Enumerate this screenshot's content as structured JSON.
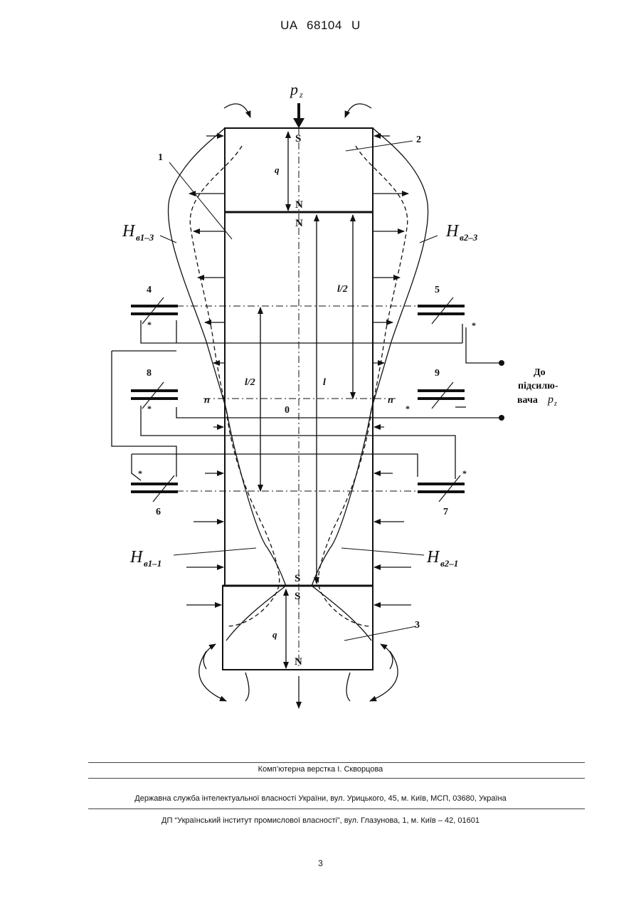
{
  "header": {
    "patent_no": "UA   68104   U"
  },
  "figure": {
    "force_label": "p",
    "force_sub": "z",
    "poles": {
      "s": "S",
      "n": "N"
    },
    "dims": {
      "q": "q",
      "half_l": "l/2",
      "l": "l",
      "n": "n",
      "zero": "0"
    },
    "field_labels": {
      "hv13": {
        "main": "H",
        "sub": "в1–3"
      },
      "hv23": {
        "main": "H",
        "sub": "в2–3"
      },
      "hv11": {
        "main": "H",
        "sub": "в1–1"
      },
      "hv21": {
        "main": "H",
        "sub": "в2–1"
      }
    },
    "part_numbers": [
      "1",
      "2",
      "3",
      "4",
      "5",
      "6",
      "7",
      "8",
      "9"
    ],
    "asterisk": "*",
    "amplifier": {
      "line1": "До",
      "line2": "підсилю-",
      "line3": "вача",
      "var": "p",
      "var_sub": "z"
    }
  },
  "footer": {
    "layout_by": "Комп’ютерна верстка І. Скворцова",
    "agency": "Державна служба інтелектуальної власності України, вул. Урицького, 45, м. Київ, МСП, 03680, Україна",
    "institute": "ДП “Український інститут промислової власності”, вул. Глазунова, 1, м. Київ – 42, 01601"
  },
  "page_number": "3"
}
